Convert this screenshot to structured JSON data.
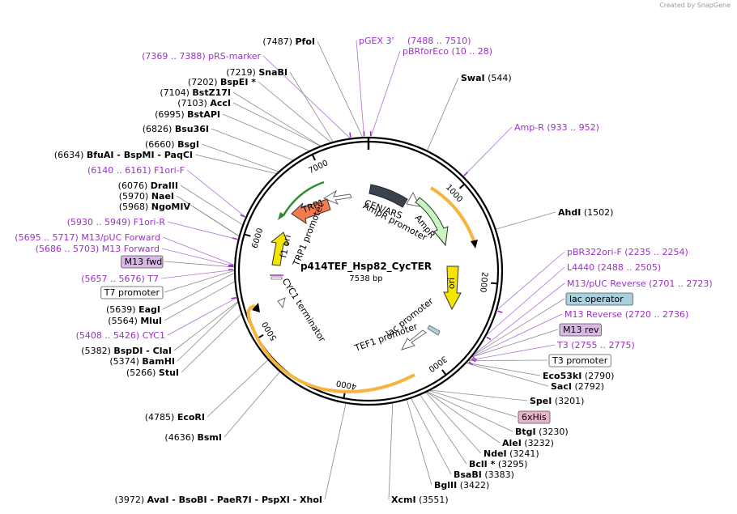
{
  "credit": "Created by SnapGene",
  "plasmid": {
    "name": "p414TEF_Hsp82_CycTER",
    "size": "7538 bp"
  },
  "ticks": [
    "1000",
    "2000",
    "3000",
    "4000",
    "5000",
    "6000",
    "7000"
  ],
  "features": {
    "trp1": "TRP1",
    "ori": "ori",
    "f1_ori": "f1 ori",
    "trp1_promoter": "TRP1 promoter",
    "cen_ars": "CEN/ARS",
    "ampr_promoter": "AmpR promoter",
    "ampr": "AmpR",
    "lac_promoter": "lac promoter",
    "tef1_promoter": "TEF1 promoter",
    "cyc1_terminator": "CYC1 terminator"
  },
  "labels": [
    {
      "pos": "(7487)",
      "name": "PfoI",
      "kind": "enzyme"
    },
    {
      "pos": "(7369 .. 7388)",
      "name": "pRS-marker",
      "kind": "primer",
      "order": "pos-first"
    },
    {
      "pos": "(7219)",
      "name": "SnaBI",
      "kind": "enzyme"
    },
    {
      "pos": "(7202)",
      "name": "BspEI *",
      "kind": "enzyme"
    },
    {
      "pos": "(7104)",
      "name": "BstZ17I",
      "kind": "enzyme"
    },
    {
      "pos": "(7103)",
      "name": "AccI",
      "kind": "enzyme"
    },
    {
      "pos": "(6995)",
      "name": "BstAPI",
      "kind": "enzyme"
    },
    {
      "pos": "(6826)",
      "name": "Bsu36I",
      "kind": "enzyme"
    },
    {
      "pos": "(6660)",
      "name": "BsgI",
      "kind": "enzyme"
    },
    {
      "pos": "(6634)",
      "name": "BfuAI  - BspMI  - PaqCI",
      "kind": "enzyme"
    },
    {
      "pos": "(6140 .. 6161)",
      "name": "F1ori-F",
      "kind": "primer",
      "order": "pos-first"
    },
    {
      "pos": "(6076)",
      "name": "DraIII",
      "kind": "enzyme"
    },
    {
      "pos": "(5970)",
      "name": "NaeI",
      "kind": "enzyme"
    },
    {
      "pos": "(5968)",
      "name": "NgoMIV",
      "kind": "enzyme"
    },
    {
      "pos": "(5930 .. 5949)",
      "name": "F1ori-R",
      "kind": "primer",
      "order": "pos-first"
    },
    {
      "pos": "(5695 .. 5717)",
      "name": "M13/pUC Forward",
      "kind": "primer",
      "order": "pos-first"
    },
    {
      "pos": "(5686 .. 5703)",
      "name": "M13 Forward",
      "kind": "primer",
      "order": "pos-first"
    },
    {
      "pos": "",
      "name": "M13 fwd",
      "kind": "box-purple"
    },
    {
      "pos": "(5657 .. 5676)",
      "name": "T7",
      "kind": "primer",
      "order": "pos-first"
    },
    {
      "pos": "",
      "name": "T7 promoter",
      "kind": "box-white"
    },
    {
      "pos": "(5639)",
      "name": "EagI",
      "kind": "enzyme"
    },
    {
      "pos": "(5564)",
      "name": "MluI",
      "kind": "enzyme"
    },
    {
      "pos": "(5408 .. 5426)",
      "name": "CYC1",
      "kind": "primer",
      "order": "pos-first"
    },
    {
      "pos": "(5382)",
      "name": "BspDI  - ClaI",
      "kind": "enzyme"
    },
    {
      "pos": "(5374)",
      "name": "BamHI",
      "kind": "enzyme"
    },
    {
      "pos": "(5266)",
      "name": "StuI",
      "kind": "enzyme"
    },
    {
      "pos": "(4785)",
      "name": "EcoRI",
      "kind": "enzyme"
    },
    {
      "pos": "(4636)",
      "name": "BsmI",
      "kind": "enzyme"
    },
    {
      "pos": "(3972)",
      "name": "AvaI  - BsoBI  - PaeR7I  - PspXI  - XhoI",
      "kind": "enzyme"
    },
    {
      "pos": "",
      "name": "pGEX 3'",
      "kind": "primer-name"
    },
    {
      "pos": "(7488 .. 7510)",
      "name": "",
      "kind": "primer-pos"
    },
    {
      "pos": "(10 .. 28)",
      "name": "pBRforEco",
      "kind": "primer",
      "order": "name-first"
    },
    {
      "pos": "(544)",
      "name": "SwaI",
      "kind": "enzyme",
      "order": "name-first"
    },
    {
      "pos": "(933 .. 952)",
      "name": "Amp-R",
      "kind": "primer",
      "order": "name-first"
    },
    {
      "pos": "(1502)",
      "name": "AhdI",
      "kind": "enzyme",
      "order": "name-first"
    },
    {
      "pos": "(2235 .. 2254)",
      "name": "pBR322ori-F",
      "kind": "primer",
      "order": "name-first"
    },
    {
      "pos": "(2488 .. 2505)",
      "name": "L4440",
      "kind": "primer",
      "order": "name-first"
    },
    {
      "pos": "(2701 .. 2723)",
      "name": "M13/pUC Reverse",
      "kind": "primer",
      "order": "name-first"
    },
    {
      "pos": "",
      "name": "lac operator",
      "kind": "box-blue"
    },
    {
      "pos": "(2720 .. 2736)",
      "name": "M13 Reverse",
      "kind": "primer",
      "order": "name-first"
    },
    {
      "pos": "",
      "name": "M13 rev",
      "kind": "box-purple"
    },
    {
      "pos": "(2755 .. 2775)",
      "name": "T3",
      "kind": "primer",
      "order": "name-first"
    },
    {
      "pos": "",
      "name": "T3 promoter",
      "kind": "box-white"
    },
    {
      "pos": "(2790)",
      "name": "Eco53kI",
      "kind": "enzyme",
      "order": "name-first"
    },
    {
      "pos": "(2792)",
      "name": "SacI",
      "kind": "enzyme",
      "order": "name-first"
    },
    {
      "pos": "(3201)",
      "name": "SpeI",
      "kind": "enzyme",
      "order": "name-first"
    },
    {
      "pos": "",
      "name": "6xHis",
      "kind": "box-pink"
    },
    {
      "pos": "(3230)",
      "name": "BtgI",
      "kind": "enzyme",
      "order": "name-first"
    },
    {
      "pos": "(3232)",
      "name": "AleI",
      "kind": "enzyme",
      "order": "name-first"
    },
    {
      "pos": "(3241)",
      "name": "NdeI",
      "kind": "enzyme",
      "order": "name-first"
    },
    {
      "pos": "(3295)",
      "name": "BclI *",
      "kind": "enzyme",
      "order": "name-first"
    },
    {
      "pos": "(3383)",
      "name": "BsaBI",
      "kind": "enzyme",
      "order": "name-first"
    },
    {
      "pos": "(3422)",
      "name": "BglII",
      "kind": "enzyme",
      "order": "name-first"
    },
    {
      "pos": "(3551)",
      "name": "XcmI",
      "kind": "enzyme",
      "order": "name-first"
    }
  ],
  "colors": {
    "enzyme": "#000000",
    "primer": "#9b30c8",
    "trp1": "#f47b4f",
    "ori": "#f5e600",
    "f1_ori": "#f5e600",
    "cen_ars": "#3b4350",
    "ampr": "#c9f5c0",
    "cyc1_terminator": "#f7b33c",
    "trp1_bar": "#2e8b2e",
    "box_purple": "#d9b8e6",
    "box_blue": "#a9d0de",
    "box_pink": "#e8b4cc"
  }
}
